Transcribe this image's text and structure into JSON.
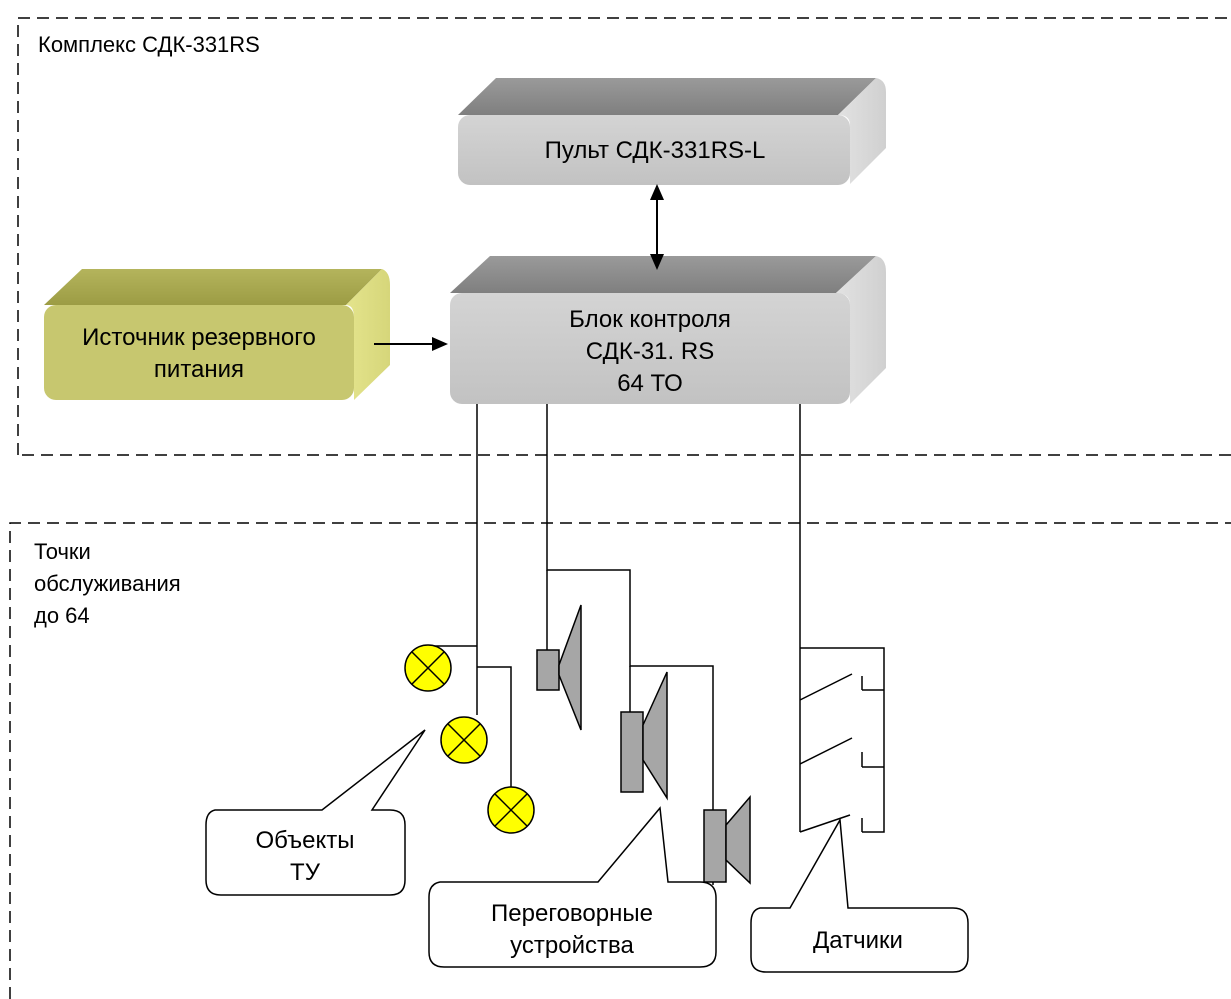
{
  "complex": {
    "title": "Комплекс СДК-331RS"
  },
  "service_points": {
    "title_lines": [
      "Точки",
      "обслуживания",
      "до 64"
    ]
  },
  "console": {
    "label": "Пульт СДК-331RS-L"
  },
  "control_block": {
    "lines": [
      "Блок контроля",
      "СДК-31. RS",
      "64 ТО"
    ]
  },
  "backup_power": {
    "lines": [
      "Источник резервного",
      "питания"
    ]
  },
  "callouts": {
    "objects": {
      "lines": [
        "Объекты",
        "ТУ"
      ]
    },
    "intercoms": {
      "lines": [
        "Переговорные",
        "устройства"
      ]
    },
    "sensors": {
      "lines": [
        "Датчики"
      ]
    }
  },
  "colors": {
    "block_face": "#c8c8c8",
    "block_top": "#8f8f8f",
    "power_face": "#c7c76f",
    "power_top": "#a8a84e",
    "lamp": "#ffff00",
    "speaker": "#a6a6a6"
  }
}
